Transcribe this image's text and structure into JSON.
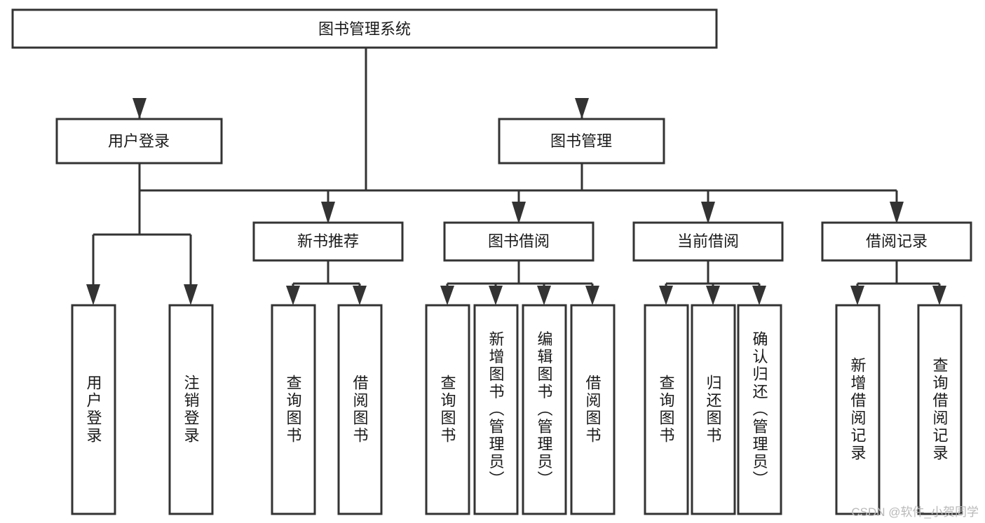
{
  "diagram": {
    "title": "图书管理系统",
    "type": "tree-hierarchy-diagram",
    "colors": {
      "background": "#ffffff",
      "stroke": "#333333",
      "text": "#1a1a1a",
      "watermark": "#b9b9b9"
    },
    "root": {
      "label": "图书管理系统"
    },
    "level2": [
      {
        "label": "用户登录"
      },
      {
        "label": "图书管理"
      }
    ],
    "level3": [
      {
        "label": "新书推荐"
      },
      {
        "label": "图书借阅"
      },
      {
        "label": "当前借阅"
      },
      {
        "label": "借阅记录"
      }
    ],
    "leaves": {
      "user_login": [
        {
          "label": "用户登录"
        },
        {
          "label": "注销登录"
        }
      ],
      "new_book_recommend": [
        {
          "label": "查询图书"
        },
        {
          "label": "借阅图书"
        }
      ],
      "book_borrow": [
        {
          "label": "查询图书"
        },
        {
          "label": "新增图书（管理员）"
        },
        {
          "label": "编辑图书（管理员）"
        },
        {
          "label": "借阅图书"
        }
      ],
      "current_borrow": [
        {
          "label": "查询图书"
        },
        {
          "label": "归还图书"
        },
        {
          "label": "确认归还（管理员）"
        }
      ],
      "borrow_record": [
        {
          "label": "新增借阅记录"
        },
        {
          "label": "查询借阅记录"
        }
      ]
    },
    "watermark": "CSDN @软件_小贺同学"
  }
}
